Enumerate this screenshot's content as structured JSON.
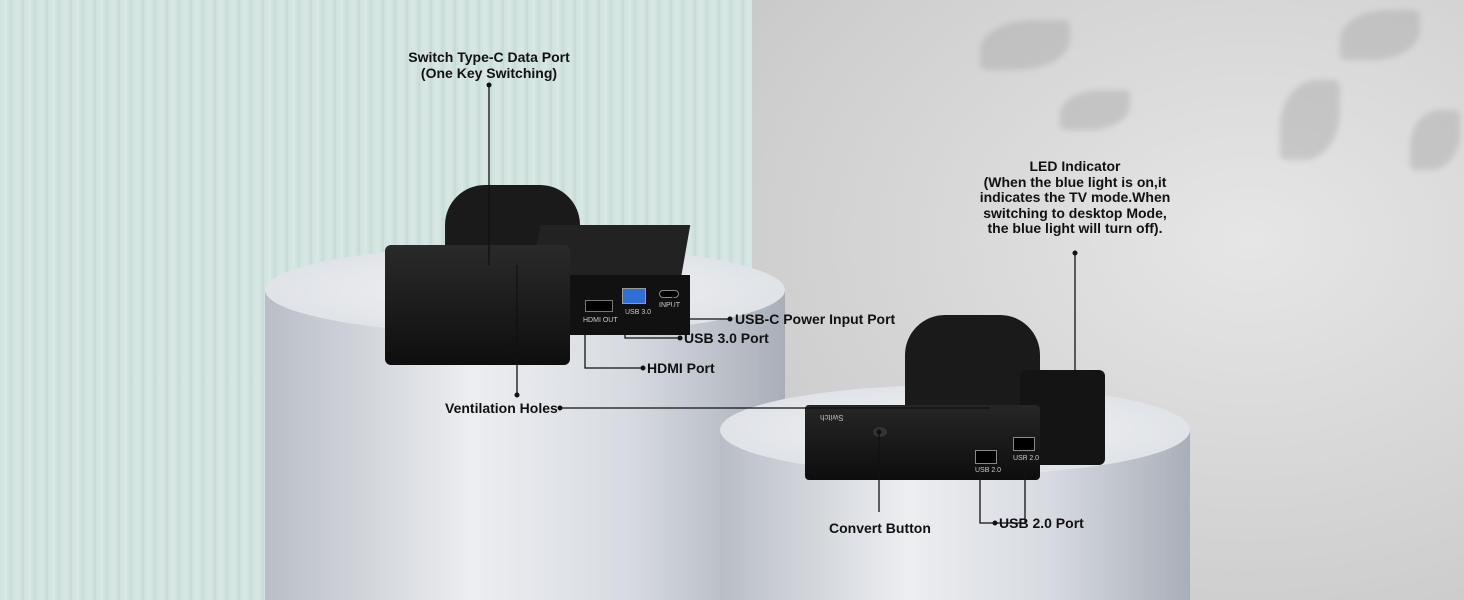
{
  "callouts": {
    "type_c_data_port": {
      "line1": "Switch Type-C Data Port",
      "line2": "(One Key Switching)"
    },
    "led_indicator": {
      "line1": "LED Indicator",
      "line2": "(When the blue light is on,it",
      "line3": "indicates the TV mode.When",
      "line4": "switching to desktop Mode,",
      "line5": "the blue light will turn off)."
    },
    "usb_c_power": "USB-C Power Input Port",
    "usb30": "USB 3.0 Port",
    "hdmi": "HDMI Port",
    "ventilation": "Ventilation Holes",
    "convert_button": "Convert Button",
    "usb20": "USB 2.0 Port"
  },
  "device_markings": {
    "hdmi_out": "HDMI OUT",
    "usb30": "USB 3.0",
    "input": "INPUT",
    "usb20_a": "USB 2.0",
    "usb20_b": "USB 2.0",
    "brand": "Switch"
  },
  "colors": {
    "usb30_port": "#2f6fd6",
    "device": "#151515"
  }
}
